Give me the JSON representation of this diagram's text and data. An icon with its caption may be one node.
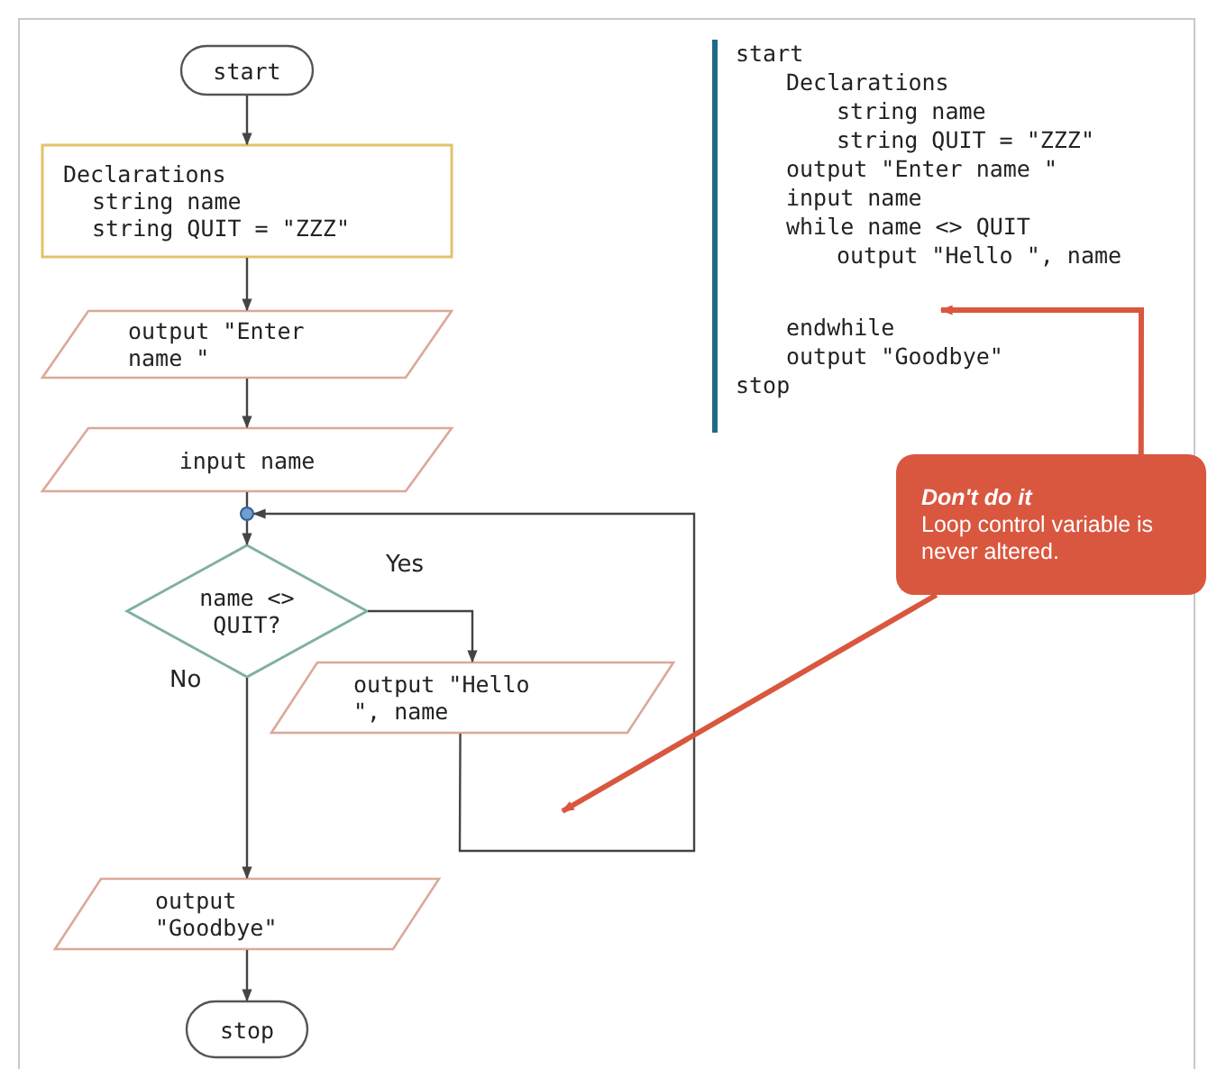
{
  "diagram": {
    "nodes": [
      {
        "text": [
          "start"
        ]
      },
      {
        "text": [
          "Declarations",
          "string name",
          "string QUIT = \"ZZZ\""
        ]
      },
      {
        "text": [
          "output \"Enter name \""
        ]
      },
      {
        "text": [
          "input name"
        ]
      },
      {
        "text": [],
        "shape": "circle"
      },
      {
        "text": [
          "name <> QUIT?"
        ]
      },
      {
        "text": [
          "output \"Hello \", name"
        ]
      },
      {
        "text": [
          "output \"Goodbye\""
        ]
      },
      {
        "text": [
          "stop"
        ]
      },
      {
        "text": [
          "Don't do it",
          "Loop control variable is never altered."
        ]
      }
    ],
    "edges": [
      {
        "from": 0,
        "to": 1,
        "arrow": "to"
      },
      {
        "from": 1,
        "to": 2,
        "arrow": "to"
      },
      {
        "from": 2,
        "to": 3,
        "arrow": "to"
      },
      {
        "from": 3,
        "to": 4,
        "arrow": "none"
      },
      {
        "from": 4,
        "to": 5,
        "arrow": "to"
      },
      {
        "from": 5,
        "to": 6,
        "arrow": "to",
        "label": "Yes"
      },
      {
        "from": 5,
        "to": 7,
        "arrow": "to",
        "label": "No"
      },
      {
        "from": 7,
        "to": 8,
        "arrow": "to"
      },
      {
        "from": 6,
        "to": 4,
        "arrow": "to"
      },
      {
        "from": 9,
        "to": null,
        "arrow": "to",
        "style": "thick",
        "color": "#d9573f"
      },
      {
        "from": 9,
        "to": null,
        "arrow": "to",
        "style": "thick",
        "color": "#d9573f"
      }
    ],
    "labels": [
      "start",
      "Declarations",
      "string name",
      "string QUIT = \"ZZZ\"",
      "output \"Enter name \"",
      "input name",
      "while name <> QUIT",
      "output \"Hello \", name",
      "endwhile",
      "output \"Goodbye\"",
      "stop"
    ]
  }
}
